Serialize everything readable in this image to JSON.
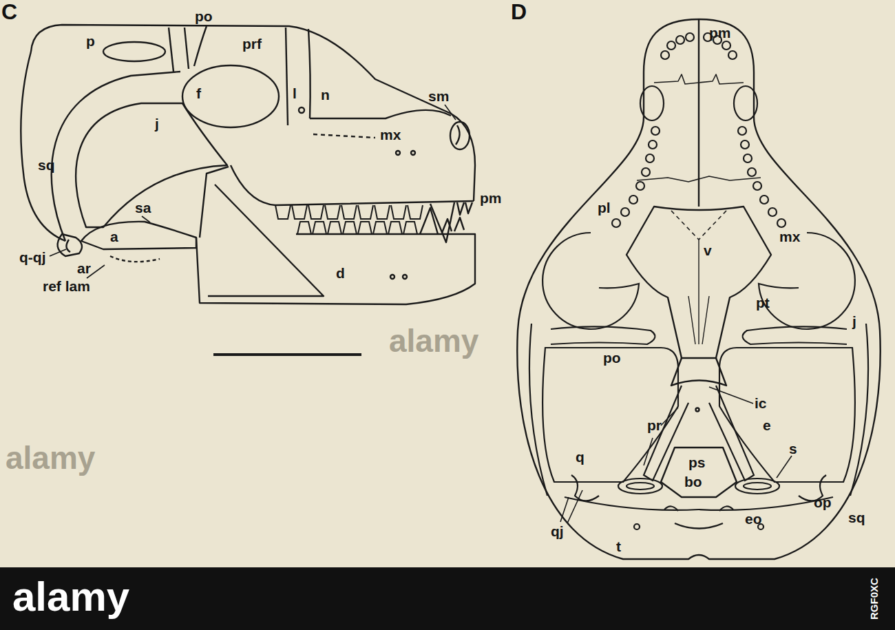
{
  "diagram": {
    "labels": [
      "C",
      "po",
      "p",
      "prf",
      "f",
      "l",
      "n",
      "j",
      "sm",
      "sq",
      "mx",
      "pm",
      "sa",
      "a",
      "q-qj",
      "ar",
      "ref lam",
      "d",
      "D",
      "pm",
      "pl",
      "mx",
      "v",
      "pt",
      "j",
      "po",
      "ic",
      "pr",
      "e",
      "s",
      "ps",
      "q",
      "bo",
      "op",
      "sq",
      "qj",
      "eo",
      "t",
      "alamy",
      "alamy",
      "alamy",
      "RGF0XC"
    ]
  }
}
